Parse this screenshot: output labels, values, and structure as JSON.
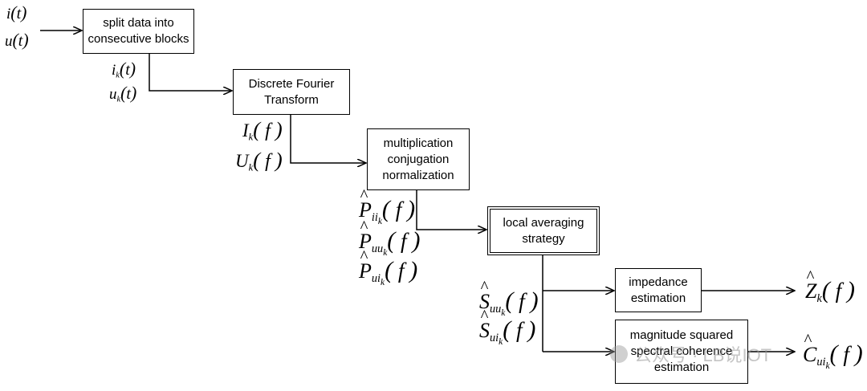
{
  "boxes": {
    "split": {
      "line1": "split data into",
      "line2": "consecutive blocks"
    },
    "dft": {
      "line1": "Discrete Fourier",
      "line2": "Transform"
    },
    "mult": {
      "line1": "multiplication",
      "line2": "conjugation",
      "line3": "normalization"
    },
    "avg": {
      "line1": "local averaging",
      "line2": "strategy"
    },
    "imp": {
      "line1": "impedance",
      "line2": "estimation"
    },
    "coh": {
      "line1": "magnitude squared",
      "line2": "spectral coherence",
      "line3": "estimation"
    }
  },
  "signals": {
    "input": [
      {
        "base": "i",
        "sub": "",
        "subsub": "",
        "arg": "t"
      },
      {
        "base": "u",
        "sub": "",
        "subsub": "",
        "arg": "t"
      }
    ],
    "blocks": [
      {
        "base": "i",
        "sub": "k",
        "subsub": "",
        "arg": "t"
      },
      {
        "base": "u",
        "sub": "k",
        "subsub": "",
        "arg": "t"
      }
    ],
    "spectra": [
      {
        "base": "I",
        "sub": "k",
        "subsub": "",
        "arg": "f"
      },
      {
        "base": "U",
        "sub": "k",
        "subsub": "",
        "arg": "f"
      }
    ],
    "periodograms": [
      {
        "base": "P",
        "sub": "ii",
        "subsub": "k",
        "arg": "f"
      },
      {
        "base": "P",
        "sub": "uu",
        "subsub": "k",
        "arg": "f"
      },
      {
        "base": "P",
        "sub": "ui",
        "subsub": "k",
        "arg": "f"
      }
    ],
    "averaged": [
      {
        "base": "S",
        "sub": "uu",
        "subsub": "k",
        "arg": "f"
      },
      {
        "base": "S",
        "sub": "ui",
        "subsub": "k",
        "arg": "f"
      }
    ],
    "impedance_out": {
      "base": "Z",
      "sub": "k",
      "subsub": "",
      "arg": "f"
    },
    "coherence_out": {
      "base": "C",
      "sub": "ui",
      "subsub": "k",
      "arg": "f"
    }
  },
  "watermark": {
    "text": "公众号 · LB说IOT",
    "icon": "wechat-icon"
  }
}
